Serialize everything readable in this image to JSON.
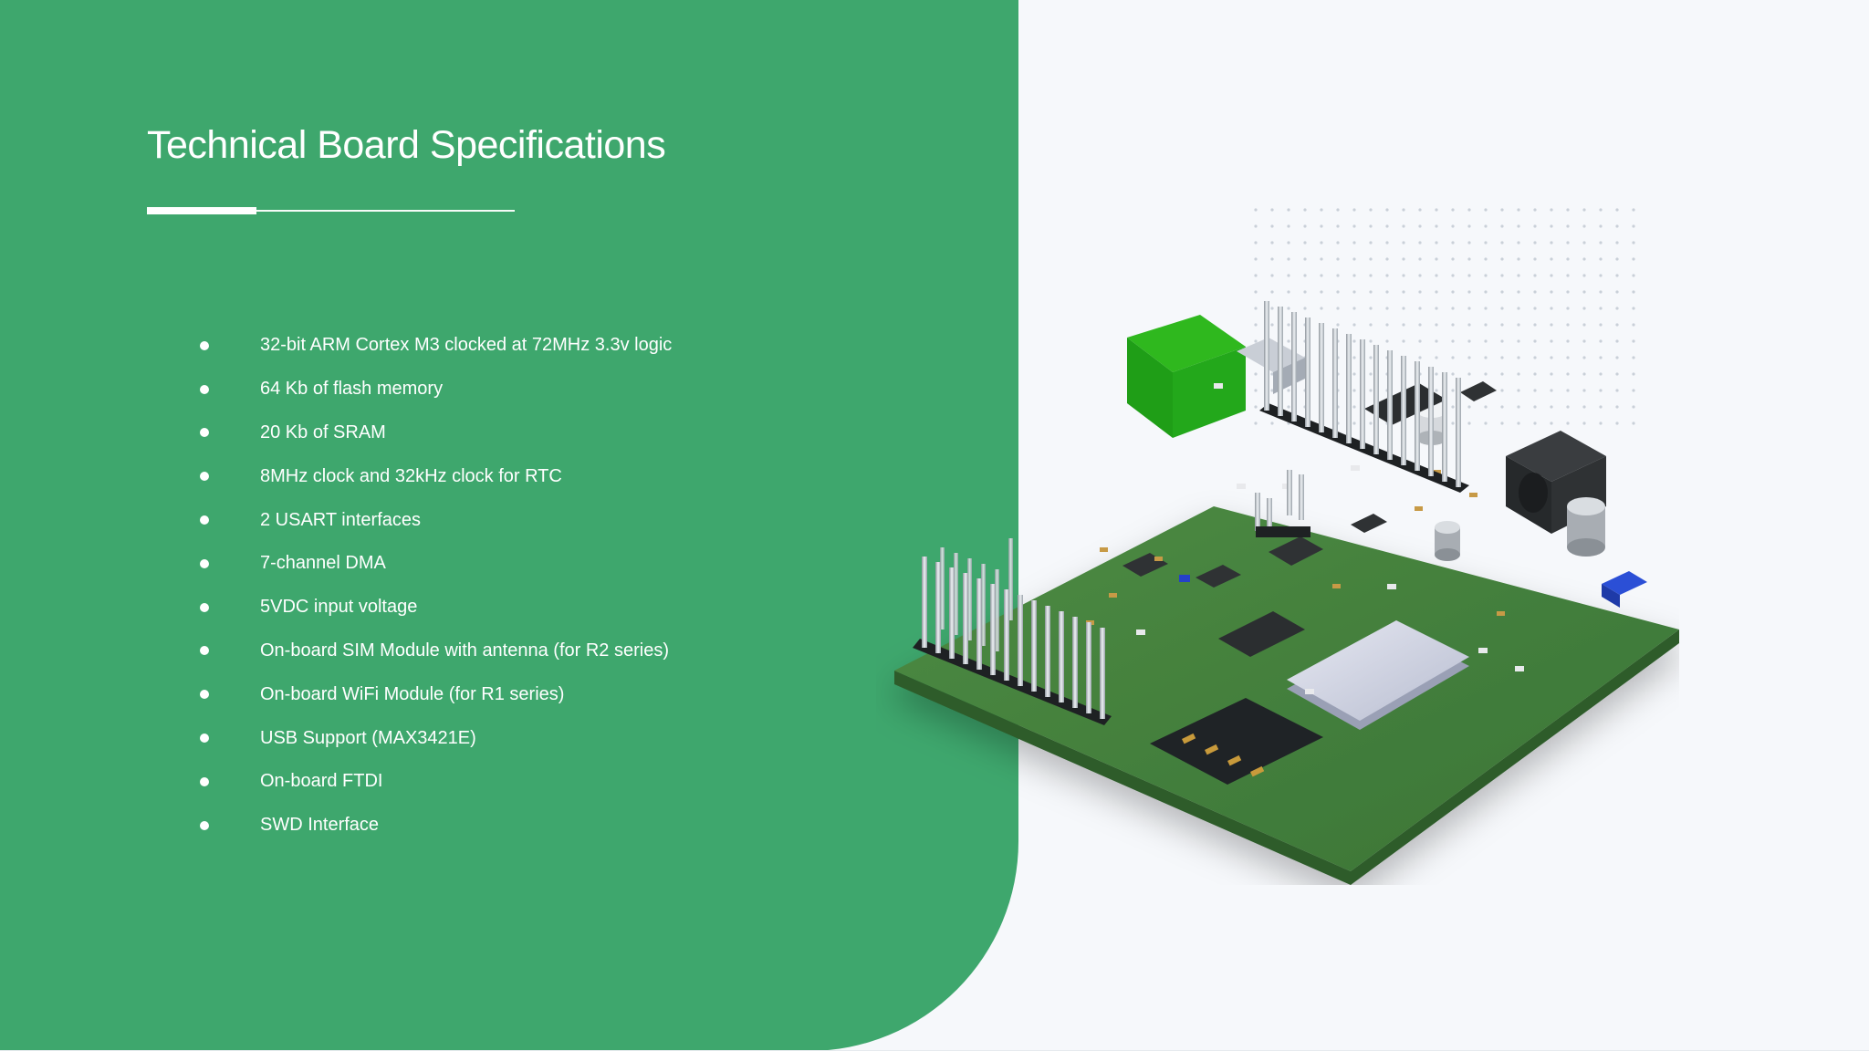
{
  "slide": {
    "title": "Technical Board Specifications",
    "specs": [
      "32-bit ARM Cortex M3 clocked at 72MHz 3.3v logic",
      "64 Kb of flash memory",
      "20 Kb of SRAM",
      "8MHz clock and 32kHz clock for RTC",
      "2 USART interfaces",
      "7-channel DMA",
      "5VDC input voltage",
      "On-board SIM Module with antenna (for R2 series)",
      "On-board WiFi Module (for R1 series)",
      "USB Support (MAX3421E)",
      "On-board FTDI",
      "SWD Interface"
    ]
  },
  "colors": {
    "accent_green": "#3ea76d",
    "background": "#f6f8fb",
    "text_on_green": "#ffffff"
  },
  "image": {
    "icon": "circuit-board-illustration"
  }
}
